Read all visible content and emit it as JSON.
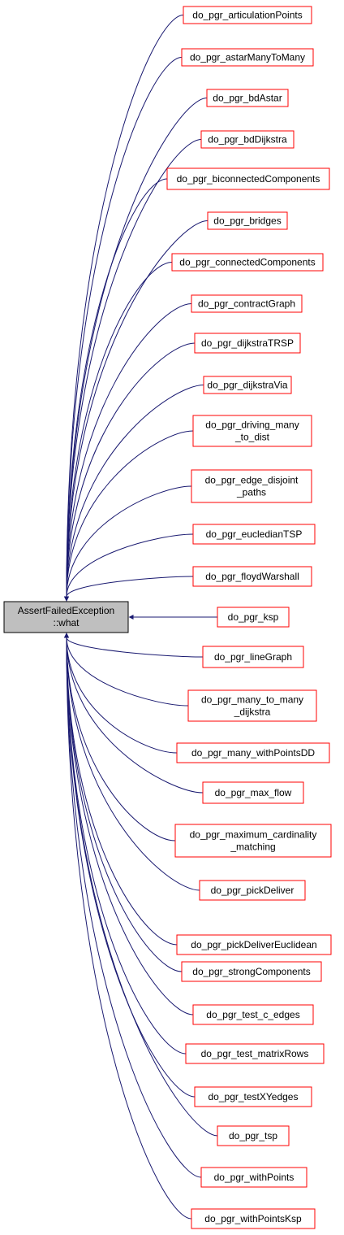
{
  "colors": {
    "edge": "#191970",
    "node_border": "#ff0000",
    "root_fill": "#bfbfbf",
    "root_border": "#000000",
    "background": "#ffffff"
  },
  "root": {
    "lines": [
      "AssertFailedException",
      "::what"
    ]
  },
  "callers": [
    {
      "lines": [
        "do_pgr_articulationPoints"
      ]
    },
    {
      "lines": [
        "do_pgr_astarManyToMany"
      ]
    },
    {
      "lines": [
        "do_pgr_bdAstar"
      ]
    },
    {
      "lines": [
        "do_pgr_bdDijkstra"
      ]
    },
    {
      "lines": [
        "do_pgr_biconnectedComponents"
      ]
    },
    {
      "lines": [
        "do_pgr_bridges"
      ]
    },
    {
      "lines": [
        "do_pgr_connectedComponents"
      ]
    },
    {
      "lines": [
        "do_pgr_contractGraph"
      ]
    },
    {
      "lines": [
        "do_pgr_dijkstraTRSP"
      ]
    },
    {
      "lines": [
        "do_pgr_dijkstraVia"
      ]
    },
    {
      "lines": [
        "do_pgr_driving_many",
        "_to_dist"
      ]
    },
    {
      "lines": [
        "do_pgr_edge_disjoint",
        "_paths"
      ]
    },
    {
      "lines": [
        "do_pgr_eucledianTSP"
      ]
    },
    {
      "lines": [
        "do_pgr_floydWarshall"
      ]
    },
    {
      "lines": [
        "do_pgr_ksp"
      ]
    },
    {
      "lines": [
        "do_pgr_lineGraph"
      ]
    },
    {
      "lines": [
        "do_pgr_many_to_many",
        "_dijkstra"
      ]
    },
    {
      "lines": [
        "do_pgr_many_withPointsDD"
      ]
    },
    {
      "lines": [
        "do_pgr_max_flow"
      ]
    },
    {
      "lines": [
        "do_pgr_maximum_cardinality",
        "_matching"
      ]
    },
    {
      "lines": [
        "do_pgr_pickDeliver"
      ]
    },
    {
      "lines": [
        "do_pgr_pickDeliverEuclidean"
      ]
    },
    {
      "lines": [
        "do_pgr_strongComponents"
      ]
    },
    {
      "lines": [
        "do_pgr_test_c_edges"
      ]
    },
    {
      "lines": [
        "do_pgr_test_matrixRows"
      ]
    },
    {
      "lines": [
        "do_pgr_testXYedges"
      ]
    },
    {
      "lines": [
        "do_pgr_tsp"
      ]
    },
    {
      "lines": [
        "do_pgr_withPoints"
      ]
    },
    {
      "lines": [
        "do_pgr_withPointsKsp"
      ]
    }
  ]
}
